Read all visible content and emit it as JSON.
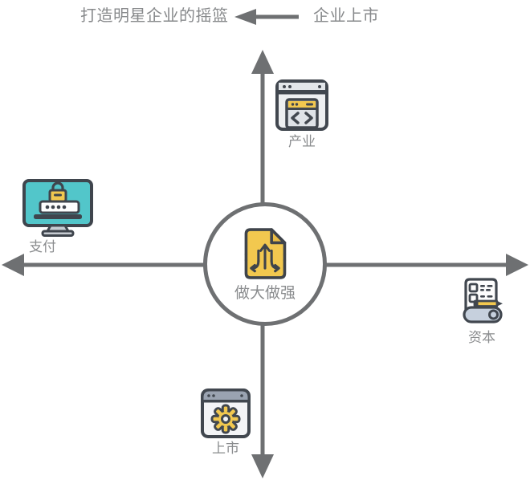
{
  "banner": {
    "destination_label": "打造明星企业的摇篮",
    "source_label": "企业上市",
    "arrow_direction": "left"
  },
  "center": {
    "label": "做大做强",
    "icon": "growth-document-icon"
  },
  "nodes": {
    "top": {
      "label": "产业",
      "icon": "browser-code-icon"
    },
    "left": {
      "label": "支付",
      "icon": "secure-payment-monitor-icon"
    },
    "right": {
      "label": "资本",
      "icon": "contract-scroll-pencil-icon"
    },
    "bottom": {
      "label": "上市",
      "icon": "browser-gear-icon"
    }
  },
  "colors": {
    "accent_yellow": "#F2C84F",
    "teal": "#52C6CA",
    "line_gray": "#6E7072",
    "label_gray": "#8A8C8E",
    "outline_dark": "#41474F"
  }
}
